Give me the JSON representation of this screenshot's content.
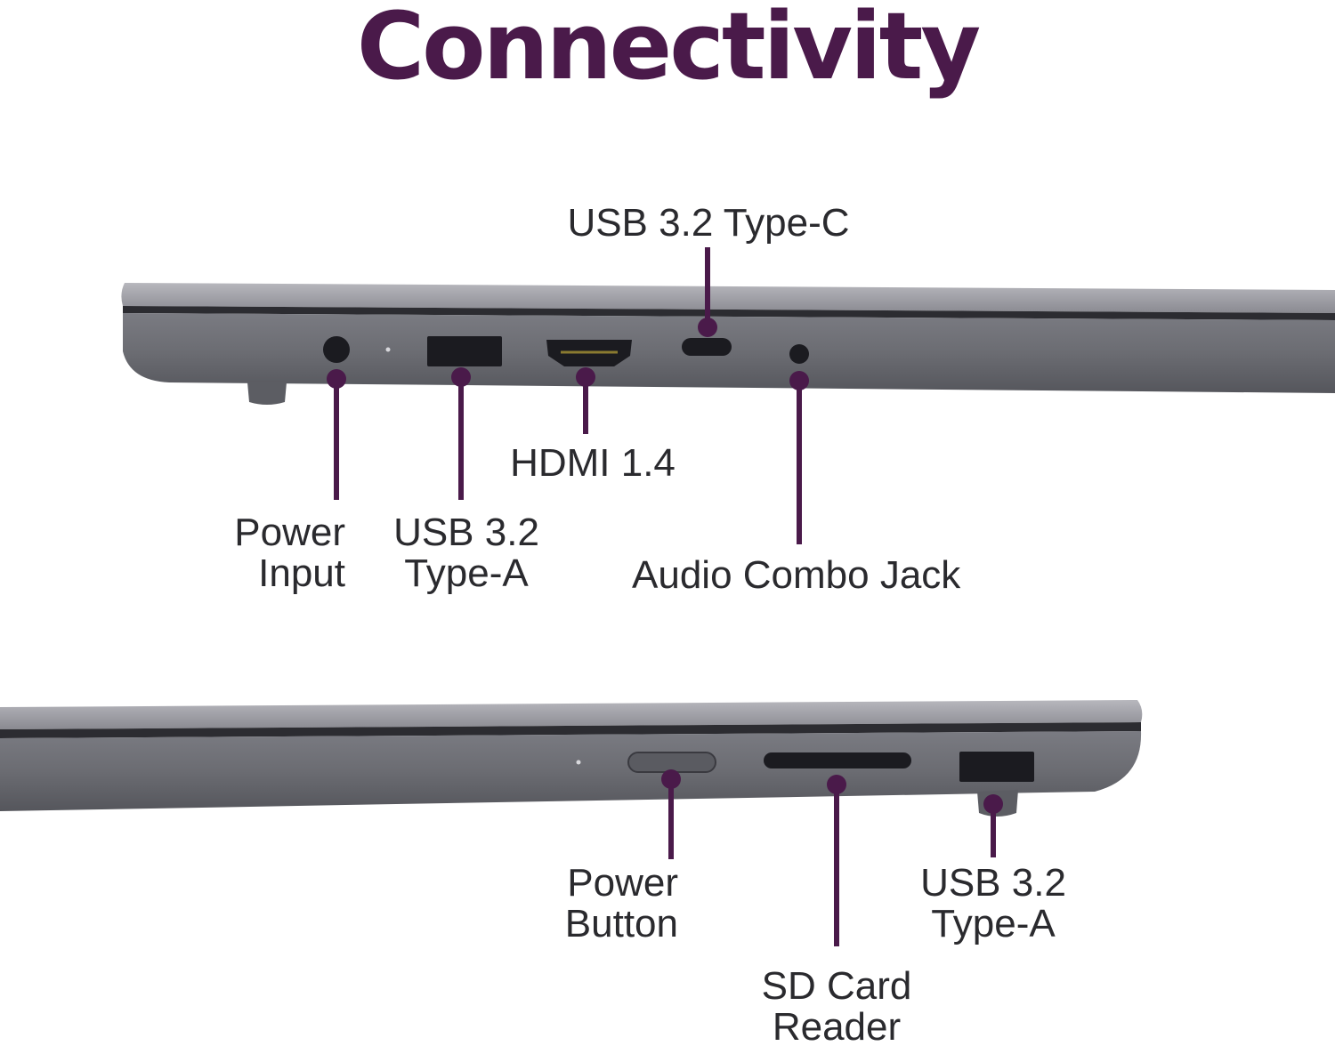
{
  "title": "Connectivity",
  "colors": {
    "title": "#4a1a4a",
    "leader": "#4a1a4a",
    "chassis": "#6b6c72",
    "lid": "#9c9ca3",
    "port": "#1b1b20",
    "label": "#2a2a2e"
  },
  "left_side": {
    "ports": [
      {
        "id": "usb-c",
        "line1": "USB 3.2 Type-C",
        "line2": ""
      },
      {
        "id": "power-input",
        "line1": "Power",
        "line2": "Input"
      },
      {
        "id": "usb-a-left",
        "line1": "USB 3.2",
        "line2": "Type-A"
      },
      {
        "id": "hdmi",
        "line1": "HDMI 1.4",
        "line2": ""
      },
      {
        "id": "audio",
        "line1": "Audio Combo Jack",
        "line2": ""
      }
    ]
  },
  "right_side": {
    "ports": [
      {
        "id": "power-button",
        "line1": "Power",
        "line2": "Button"
      },
      {
        "id": "sd-card",
        "line1": "SD Card",
        "line2": "Reader"
      },
      {
        "id": "usb-a-right",
        "line1": "USB 3.2",
        "line2": "Type-A"
      }
    ]
  }
}
